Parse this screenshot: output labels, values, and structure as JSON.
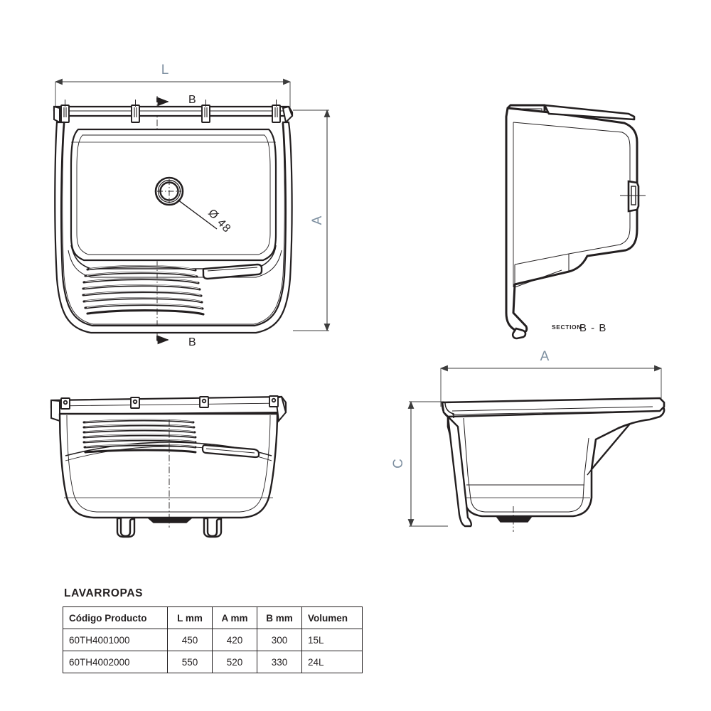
{
  "drawing": {
    "title": "LAVARROPAS",
    "views": {
      "top": {
        "name": "top-view",
        "dim_width_label": "L",
        "dim_height_label": "A",
        "section_mark_top": "B",
        "section_mark_bottom": "B",
        "drain_callout": "Ø 48"
      },
      "section": {
        "name": "section-view",
        "label_prefix": "SECTION",
        "label_code": "B - B"
      },
      "front": {
        "name": "front-view"
      },
      "side": {
        "name": "side-view",
        "dim_width_label": "A",
        "dim_height_label": "C"
      }
    },
    "colors": {
      "line": "#231f20",
      "dim_label": "#7d8fa0",
      "dim_line": "#3c3c3c",
      "background": "#ffffff"
    }
  },
  "table": {
    "caption": "LAVARROPAS",
    "headers": [
      "Código Producto",
      "L mm",
      "A mm",
      "B mm",
      "Volumen"
    ],
    "rows": [
      {
        "codigo": "60TH4001000",
        "l_mm": "450",
        "a_mm": "420",
        "b_mm": "300",
        "volumen": "15L"
      },
      {
        "codigo": "60TH4002000",
        "l_mm": "550",
        "a_mm": "520",
        "b_mm": "330",
        "volumen": "24L"
      }
    ]
  }
}
